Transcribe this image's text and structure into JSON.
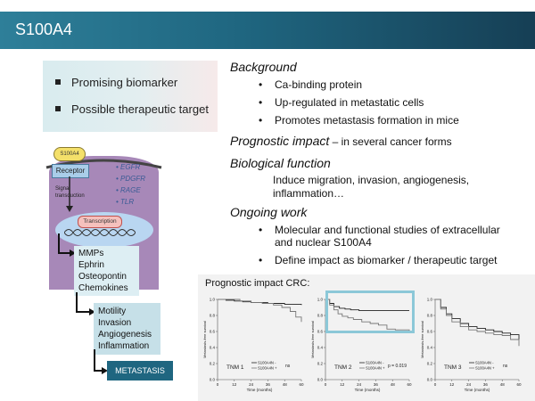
{
  "title": "S100A4",
  "left_bullets": [
    "Promising biomarker",
    "Possible therapeutic target"
  ],
  "diagram": {
    "s100a4_label": "S100A4",
    "receptor_label": "Receptor",
    "signal_label_1": "Signal",
    "signal_label_2": "transduction",
    "transcription_label": "Transcription",
    "receptors": [
      "• EGFR",
      "• PDGFR",
      "• RAGE",
      "• TLR"
    ],
    "box1": [
      "MMPs",
      "Ephrin",
      "Osteopontin",
      "Chemokines"
    ],
    "box2": [
      "Motility",
      "Invasion",
      "Angiogenesis",
      "Inflammation"
    ],
    "box3": "METASTASIS"
  },
  "right": {
    "background_heading": "Background",
    "background_items": [
      "Ca-binding protein",
      "Up-regulated in metastatic cells",
      "Promotes metastasis formation in mice"
    ],
    "prognostic_heading": "Prognostic impact",
    "prognostic_suffix": " – in several cancer forms",
    "biological_heading": "Biological function",
    "biological_line1": "Induce migration, invasion, angiogenesis,",
    "biological_line2": "inflammation…",
    "ongoing_heading": "Ongoing work",
    "ongoing_item1_line1": "Molecular and functional studies of extracellular",
    "ongoing_item1_line2": "and nuclear S100A4",
    "ongoing_item2": "Define impact as biomarker / therapeutic target"
  },
  "crc": {
    "title": "Prognostic impact CRC:",
    "ylabel": "Metastasis-free survival",
    "xlabel": "Time (months)",
    "x_ticks": [
      "0",
      "12",
      "24",
      "36",
      "48",
      "60"
    ],
    "y_ticks": [
      "0.0",
      "0.2",
      "0.4",
      "0.6",
      "0.8",
      "1.0"
    ],
    "highlight_color": "#8cc8d8",
    "panels": [
      {
        "tnm": "TNM 1",
        "pval": "ns",
        "legend": [
          "S100A4N -",
          "S100A4N +"
        ],
        "series": [
          {
            "x": [
              0,
              6,
              12,
              18,
              24,
              30,
              36,
              42,
              48,
              54,
              60
            ],
            "y": [
              1.0,
              0.99,
              0.98,
              0.97,
              0.96,
              0.96,
              0.95,
              0.95,
              0.94,
              0.94,
              0.93
            ]
          },
          {
            "x": [
              0,
              8,
              16,
              24,
              32,
              40,
              46,
              52,
              56,
              60
            ],
            "y": [
              1.0,
              1.0,
              0.98,
              0.96,
              0.95,
              0.93,
              0.9,
              0.85,
              0.78,
              0.72
            ]
          }
        ]
      },
      {
        "tnm": "TNM 2",
        "pval": "p = 0.019",
        "legend": [
          "S100A4N -",
          "S100A4N +"
        ],
        "series": [
          {
            "x": [
              0,
              3,
              6,
              10,
              14,
              18,
              24,
              30,
              36,
              42,
              48,
              54,
              60
            ],
            "y": [
              1.0,
              0.95,
              0.91,
              0.89,
              0.88,
              0.87,
              0.86,
              0.86,
              0.86,
              0.86,
              0.86,
              0.86,
              0.86
            ]
          },
          {
            "x": [
              0,
              3,
              6,
              9,
              12,
              16,
              20,
              26,
              32,
              38,
              44,
              50,
              60
            ],
            "y": [
              1.0,
              0.93,
              0.87,
              0.82,
              0.79,
              0.77,
              0.75,
              0.72,
              0.7,
              0.68,
              0.63,
              0.62,
              0.61
            ]
          }
        ]
      },
      {
        "tnm": "TNM 3",
        "pval": "ns",
        "legend": [
          "S100A4N -",
          "S100A4N +"
        ],
        "series": [
          {
            "x": [
              0,
              4,
              8,
              12,
              18,
              24,
              30,
              36,
              42,
              48,
              54,
              60
            ],
            "y": [
              1.0,
              0.9,
              0.82,
              0.76,
              0.7,
              0.66,
              0.64,
              0.62,
              0.6,
              0.58,
              0.56,
              0.5
            ]
          },
          {
            "x": [
              0,
              4,
              8,
              12,
              18,
              24,
              30,
              36,
              42,
              48,
              54,
              60
            ],
            "y": [
              1.0,
              0.88,
              0.8,
              0.72,
              0.66,
              0.62,
              0.6,
              0.58,
              0.56,
              0.55,
              0.5,
              0.42
            ]
          }
        ]
      }
    ]
  }
}
